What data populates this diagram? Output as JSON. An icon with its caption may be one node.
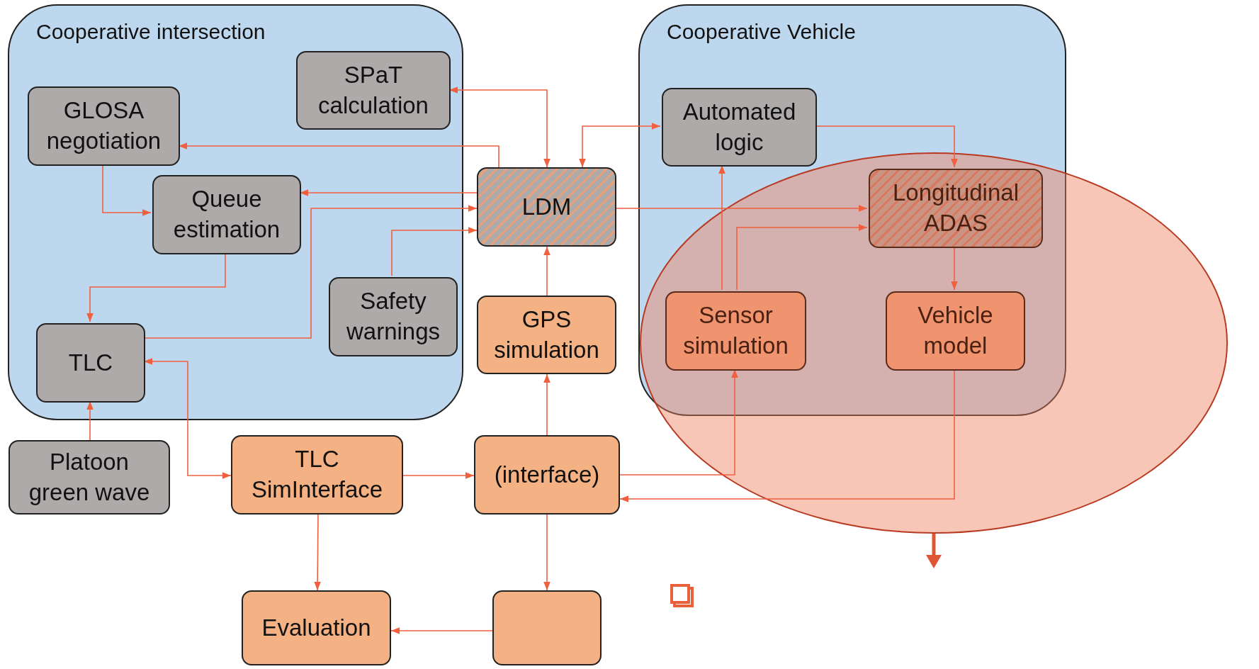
{
  "diagram": {
    "nodes": [
      {
        "text": [
          "Cooperative intersection"
        ]
      },
      {
        "text": [
          "SPaT calculation"
        ],
        "in": 0
      },
      {
        "text": [
          "GLOSA negotiation"
        ],
        "in": 0
      },
      {
        "text": [
          "Queue estimation"
        ],
        "in": 0
      },
      {
        "text": [
          "Safety warnings"
        ],
        "in": 0
      },
      {
        "text": [
          "TLC"
        ],
        "in": 0
      },
      {
        "text": [
          "LDM"
        ]
      },
      {
        "text": [
          "GPS simulation"
        ]
      },
      {
        "text": [
          "Cooperative Vehicle"
        ]
      },
      {
        "text": [
          "Automated logic"
        ],
        "in": 8
      },
      {
        "text": [
          "Longitudinal ADAS"
        ],
        "in": 8
      },
      {
        "text": [
          "Sensor simulation"
        ],
        "in": 8
      },
      {
        "text": [
          "Vehicle model"
        ],
        "in": 8
      },
      {
        "text": [
          "Platoon green wave"
        ]
      },
      {
        "text": [
          "TLC SimInterface"
        ]
      },
      {
        "text": [
          "(interface)"
        ]
      },
      {
        "text": [
          "Evaluation"
        ]
      },
      {
        "text": [],
        "shape": "box"
      }
    ],
    "edges": [
      {
        "from": 6,
        "to": 1,
        "arrow": "both"
      },
      {
        "from": 6,
        "to": 2,
        "arrow": "to"
      },
      {
        "from": 6,
        "to": 3,
        "arrow": "to"
      },
      {
        "from": 2,
        "to": 3,
        "arrow": "to"
      },
      {
        "from": 3,
        "to": 5,
        "arrow": "to"
      },
      {
        "from": 5,
        "to": 6,
        "arrow": "to"
      },
      {
        "from": 4,
        "to": 6,
        "arrow": "to"
      },
      {
        "from": 7,
        "to": 6,
        "arrow": "to"
      },
      {
        "from": 6,
        "to": 9,
        "arrow": "both"
      },
      {
        "from": 6,
        "to": 10,
        "arrow": "to"
      },
      {
        "from": 9,
        "to": 10,
        "arrow": "to"
      },
      {
        "from": 11,
        "to": 9,
        "arrow": "to"
      },
      {
        "from": 11,
        "to": 10,
        "arrow": "to"
      },
      {
        "from": 10,
        "to": 12,
        "arrow": "to"
      },
      {
        "from": 15,
        "to": 11,
        "arrow": "to"
      },
      {
        "from": 12,
        "to": 15,
        "arrow": "to"
      },
      {
        "from": 13,
        "to": 5,
        "arrow": "to"
      },
      {
        "from": 5,
        "to": 14,
        "arrow": "both"
      },
      {
        "from": 14,
        "to": 15,
        "arrow": "to"
      },
      {
        "from": 15,
        "to": 7,
        "arrow": "to"
      },
      {
        "from": 15,
        "to": 17,
        "arrow": "to"
      },
      {
        "from": 14,
        "to": 16,
        "arrow": "to"
      },
      {
        "from": 17,
        "to": 16,
        "arrow": "to"
      }
    ]
  }
}
